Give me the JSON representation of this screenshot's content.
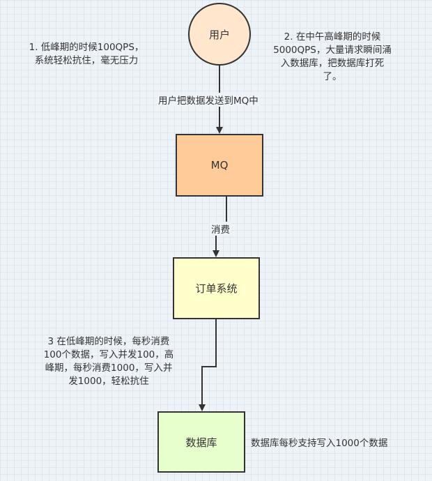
{
  "nodes": {
    "user": {
      "label": "用户",
      "fill": "#ffe6cc",
      "stroke": "#333333"
    },
    "mq": {
      "label": "MQ",
      "fill": "#ffcc99",
      "stroke": "#333333"
    },
    "order": {
      "label": "订单系统",
      "fill": "#ffffcc",
      "stroke": "#333333"
    },
    "db": {
      "label": "数据库",
      "fill": "#e6ffcc",
      "stroke": "#333333"
    }
  },
  "edges": {
    "user_to_mq": "用户把数据发送到MQ中",
    "mq_to_order": "消费"
  },
  "notes": {
    "low_peak": "1. 低峰期的时候100QPS，\n系统轻松抗住，毫无压力",
    "high_peak": "2. 在中午高峰期的时候\n5000QPS，大量请求瞬间涌\n入数据库，把数据库打死\n了。",
    "consume_rate": "3 在低峰期的时候，每秒消费\n100个数据，写入并发100，高\n峰期，每秒消费1000，写入并\n发1000，轻松抗住",
    "db_capacity": "数据库每秒支持写入1000个数据"
  },
  "colors": {
    "background": "#eef3f8",
    "line": "#333333"
  }
}
